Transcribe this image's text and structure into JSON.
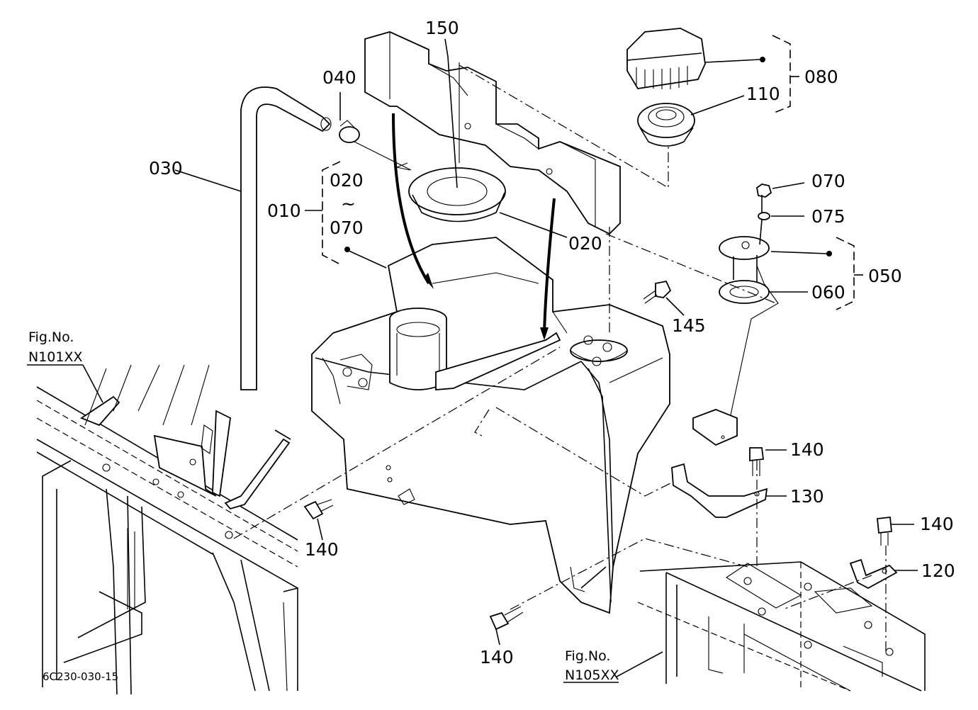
{
  "diagram_code": "6C230-030-15",
  "figure_refs": {
    "left": {
      "line1": "Fig.No.",
      "line2": "N101XX"
    },
    "bottom": {
      "line1": "Fig.No.",
      "line2": "N105XX"
    }
  },
  "labels": {
    "p150": "150",
    "p040": "040",
    "p030": "030",
    "p020_range": "020",
    "tilde": "~",
    "p070_range": "070",
    "p010": "010",
    "p020": "020",
    "p080": "080",
    "p110": "110",
    "p070": "070",
    "p075": "075",
    "p050": "050",
    "p060": "060",
    "p145": "145",
    "p140_a": "140",
    "p130": "130",
    "p140_b": "140",
    "p120": "120",
    "p140_c": "140",
    "p140_d": "140"
  }
}
